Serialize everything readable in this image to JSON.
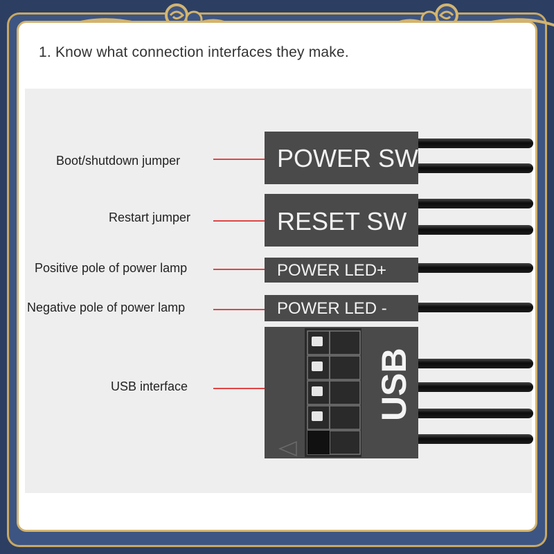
{
  "heading": "1. Know what connection interfaces they make.",
  "colors": {
    "frame": "#3d5582",
    "gold": "#d3b46f",
    "housing": "#4a4a4b",
    "leader": "#e04545",
    "panel": "#eeeeee"
  },
  "connectors": [
    {
      "label": "Boot/shutdown jumper",
      "text": "POWER SW"
    },
    {
      "label": "Restart jumper",
      "text": "RESET SW"
    },
    {
      "label": "Positive pole of power lamp",
      "text": "POWER LED+"
    },
    {
      "label": "Negative pole of power lamp",
      "text": "POWER LED -"
    },
    {
      "label": "USB interface",
      "text": "USB"
    }
  ]
}
